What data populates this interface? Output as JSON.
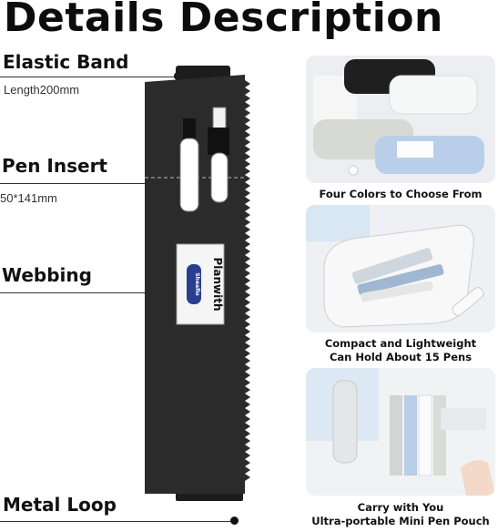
{
  "title": "Details  Description",
  "labels": {
    "elastic_band": "Elastic Band",
    "elastic_band_detail": "Length200mm",
    "pen_insert": "Pen Insert",
    "pen_insert_detail": "50*141mm",
    "webbing": "Webbing",
    "metal_loop": "Metal Loop"
  },
  "brand_tag": {
    "brand": "Planwith",
    "badge": "Sheafio"
  },
  "panels": [
    {
      "caption_lines": [
        "Four Colors to Choose From"
      ]
    },
    {
      "caption_lines": [
        "Compact and Lightweight",
        "Can Hold About 15 Pens"
      ]
    },
    {
      "caption_lines": [
        "Carry with You",
        "Ultra-portable Mini Pen Pouch"
      ]
    }
  ],
  "colors": {
    "pouch": "#2b2b2b",
    "pouch_light_blue": "#b7cde8",
    "pouch_white": "#f4f4f4",
    "pouch_gray": "#d9dbd8"
  }
}
